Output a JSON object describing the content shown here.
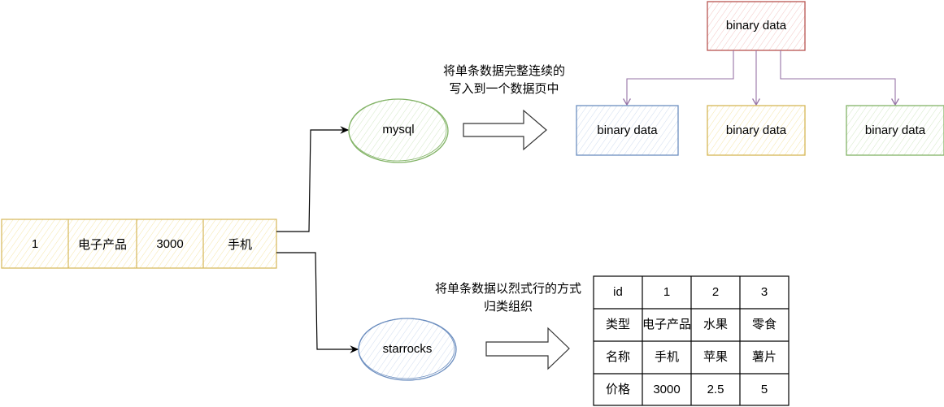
{
  "record": {
    "cells": [
      "1",
      "电子产品",
      "3000",
      "手机"
    ]
  },
  "mysql": {
    "label": "mysql",
    "caption_line1": "将单条数据完整连续的",
    "caption_line2": "写入到一个数据页中",
    "source_block": "binary data",
    "blocks": [
      "binary data",
      "binary data",
      "binary data"
    ]
  },
  "starrocks": {
    "label": "starrocks",
    "caption_line1": "将单条数据以烈式行的方式",
    "caption_line2": "归类组织",
    "table": {
      "rows": [
        [
          "id",
          "1",
          "2",
          "3"
        ],
        [
          "类型",
          "电子产品",
          "水果",
          "零食"
        ],
        [
          "名称",
          "手机",
          "苹果",
          "薯片"
        ],
        [
          "价格",
          "3000",
          "2.5",
          "5"
        ]
      ]
    }
  },
  "colors": {
    "record": "#d6b656",
    "mysql": "#82b366",
    "starrocks": "#6c8ebf",
    "source": "#b85450",
    "blue": "#6c8ebf",
    "yellow": "#d6b656",
    "green": "#82b366",
    "purple": "#9673a6"
  }
}
